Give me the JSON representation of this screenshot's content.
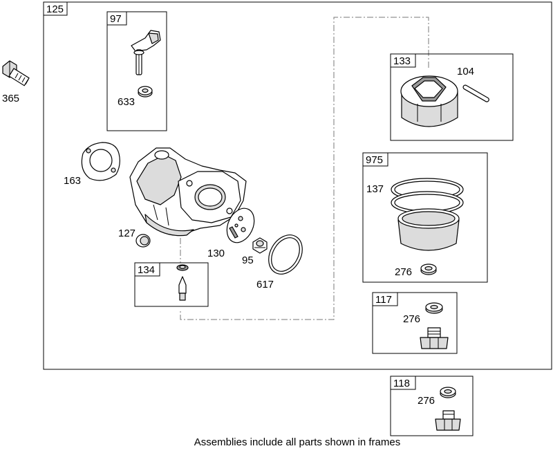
{
  "caption": "Assemblies include all parts shown in frames",
  "frames": {
    "f125": "125",
    "f97": "97",
    "f133": "133",
    "f975": "975",
    "f134": "134",
    "f117": "117",
    "f118": "118"
  },
  "labels": {
    "p365": "365",
    "p633": "633",
    "p104": "104",
    "p163": "163",
    "p137": "137",
    "p127": "127",
    "p130": "130",
    "p95": "95",
    "p617": "617",
    "p276a": "276",
    "p276b": "276",
    "p276c": "276"
  }
}
